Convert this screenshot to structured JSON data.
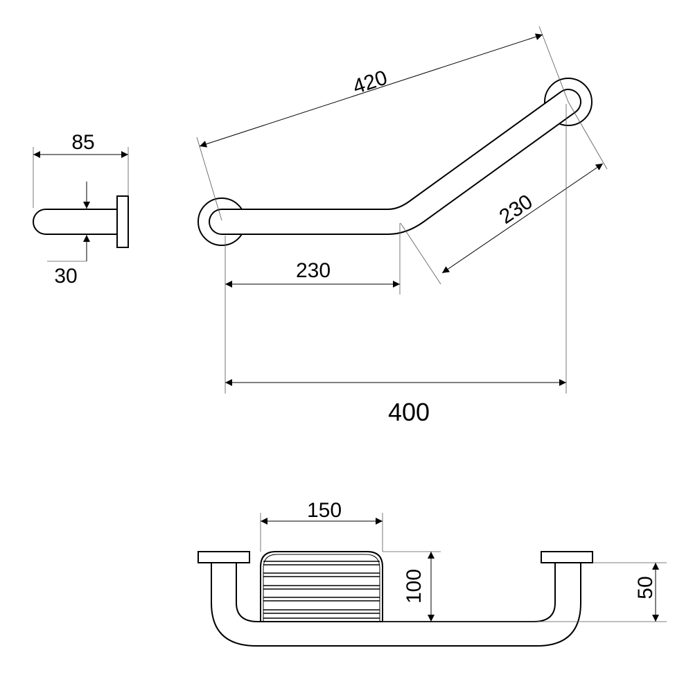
{
  "side_view": {
    "depth_label": "85",
    "diameter_label": "30"
  },
  "top_view": {
    "overall_length_label": "420",
    "angled_leg_label": "230",
    "straight_leg_label": "230",
    "width_label": "400"
  },
  "front_view": {
    "basket_width_label": "150",
    "basket_height_label": "100",
    "projection_label": "50"
  },
  "colors": {
    "line": "#000000",
    "background": "#ffffff"
  }
}
